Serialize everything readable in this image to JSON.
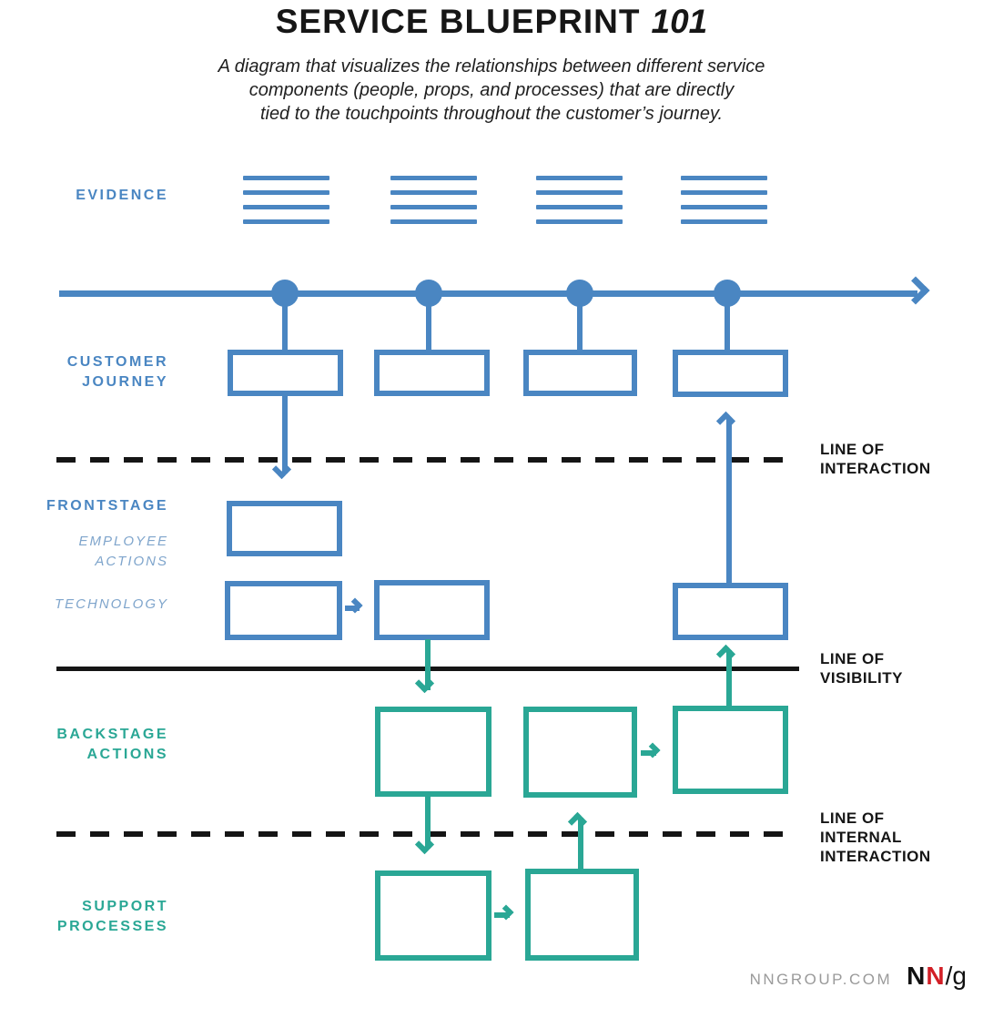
{
  "header": {
    "title": "SERVICE BLUEPRINT",
    "title_number": "101",
    "subtitle": "A diagram that visualizes the relationships between different service\ncomponents (people, props, and processes) that are directly\ntied to the touchpoints throughout the customer’s journey."
  },
  "row_labels": {
    "evidence": "EVIDENCE",
    "customer_journey": "CUSTOMER\nJOURNEY",
    "frontstage": "FRONTSTAGE",
    "employee_actions": "EMPLOYEE\nACTIONS",
    "technology": "TECHNOLOGY",
    "backstage_actions": "BACKSTAGE\nACTIONS",
    "support_processes": "SUPPORT\nPROCESSES"
  },
  "line_labels": {
    "interaction": "LINE OF\nINTERACTION",
    "visibility": "LINE OF\nVISIBILITY",
    "internal_interaction": "LINE OF\nINTERNAL\nINTERACTION"
  },
  "footer": {
    "site": "NNGROUP.COM",
    "logo_n1": "N",
    "logo_n2": "N",
    "logo_slash_g": "/g"
  },
  "colors": {
    "blue": "#4a86c2",
    "light_blue": "#7fa5cc",
    "teal": "#2aa795",
    "ink": "#151515",
    "gray": "#9a9a9a",
    "logo_red": "#d21f26"
  }
}
